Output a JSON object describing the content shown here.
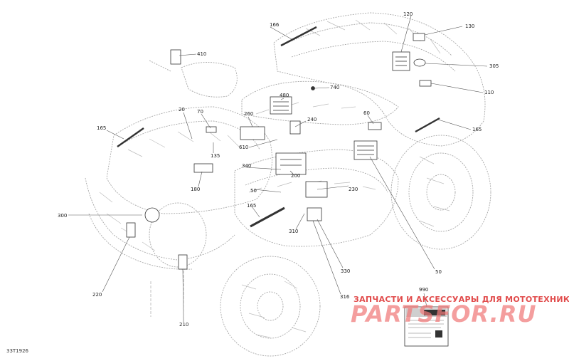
{
  "diagram": {
    "labels": [
      {
        "id": "l166a",
        "text": "166"
      },
      {
        "id": "l120",
        "text": "120"
      },
      {
        "id": "l130",
        "text": "130"
      },
      {
        "id": "l410",
        "text": "410"
      },
      {
        "id": "l305",
        "text": "305"
      },
      {
        "id": "l740",
        "text": "740"
      },
      {
        "id": "l110",
        "text": "110"
      },
      {
        "id": "l480",
        "text": "480"
      },
      {
        "id": "l20",
        "text": "20"
      },
      {
        "id": "l70",
        "text": "70"
      },
      {
        "id": "l260",
        "text": "260"
      },
      {
        "id": "l240",
        "text": "240"
      },
      {
        "id": "l60",
        "text": "60"
      },
      {
        "id": "l165a",
        "text": "165"
      },
      {
        "id": "l165b",
        "text": "165"
      },
      {
        "id": "l610",
        "text": "610"
      },
      {
        "id": "l135",
        "text": "135"
      },
      {
        "id": "l340",
        "text": "340"
      },
      {
        "id": "l200",
        "text": "200"
      },
      {
        "id": "l180",
        "text": "180"
      },
      {
        "id": "l230",
        "text": "230"
      },
      {
        "id": "l50a",
        "text": "50"
      },
      {
        "id": "l165c",
        "text": "165"
      },
      {
        "id": "l300",
        "text": "300"
      },
      {
        "id": "l310",
        "text": "310"
      },
      {
        "id": "l50b",
        "text": "50"
      },
      {
        "id": "l330",
        "text": "330"
      },
      {
        "id": "l220",
        "text": "220"
      },
      {
        "id": "l316",
        "text": "316"
      },
      {
        "id": "l990",
        "text": "990"
      },
      {
        "id": "l210",
        "text": "210"
      }
    ],
    "watermark_text": "ЗАПЧАСТИ И АКСЕССУАРЫ ДЛЯ МОТОТЕХНИКИ",
    "watermark_brand": "PARTSFOR.RU",
    "document_id": "33T1926",
    "colors": {
      "line": "#9a9a9a",
      "callout": "#555555",
      "watermark": "#e14c4c",
      "decal": "#333333"
    }
  }
}
